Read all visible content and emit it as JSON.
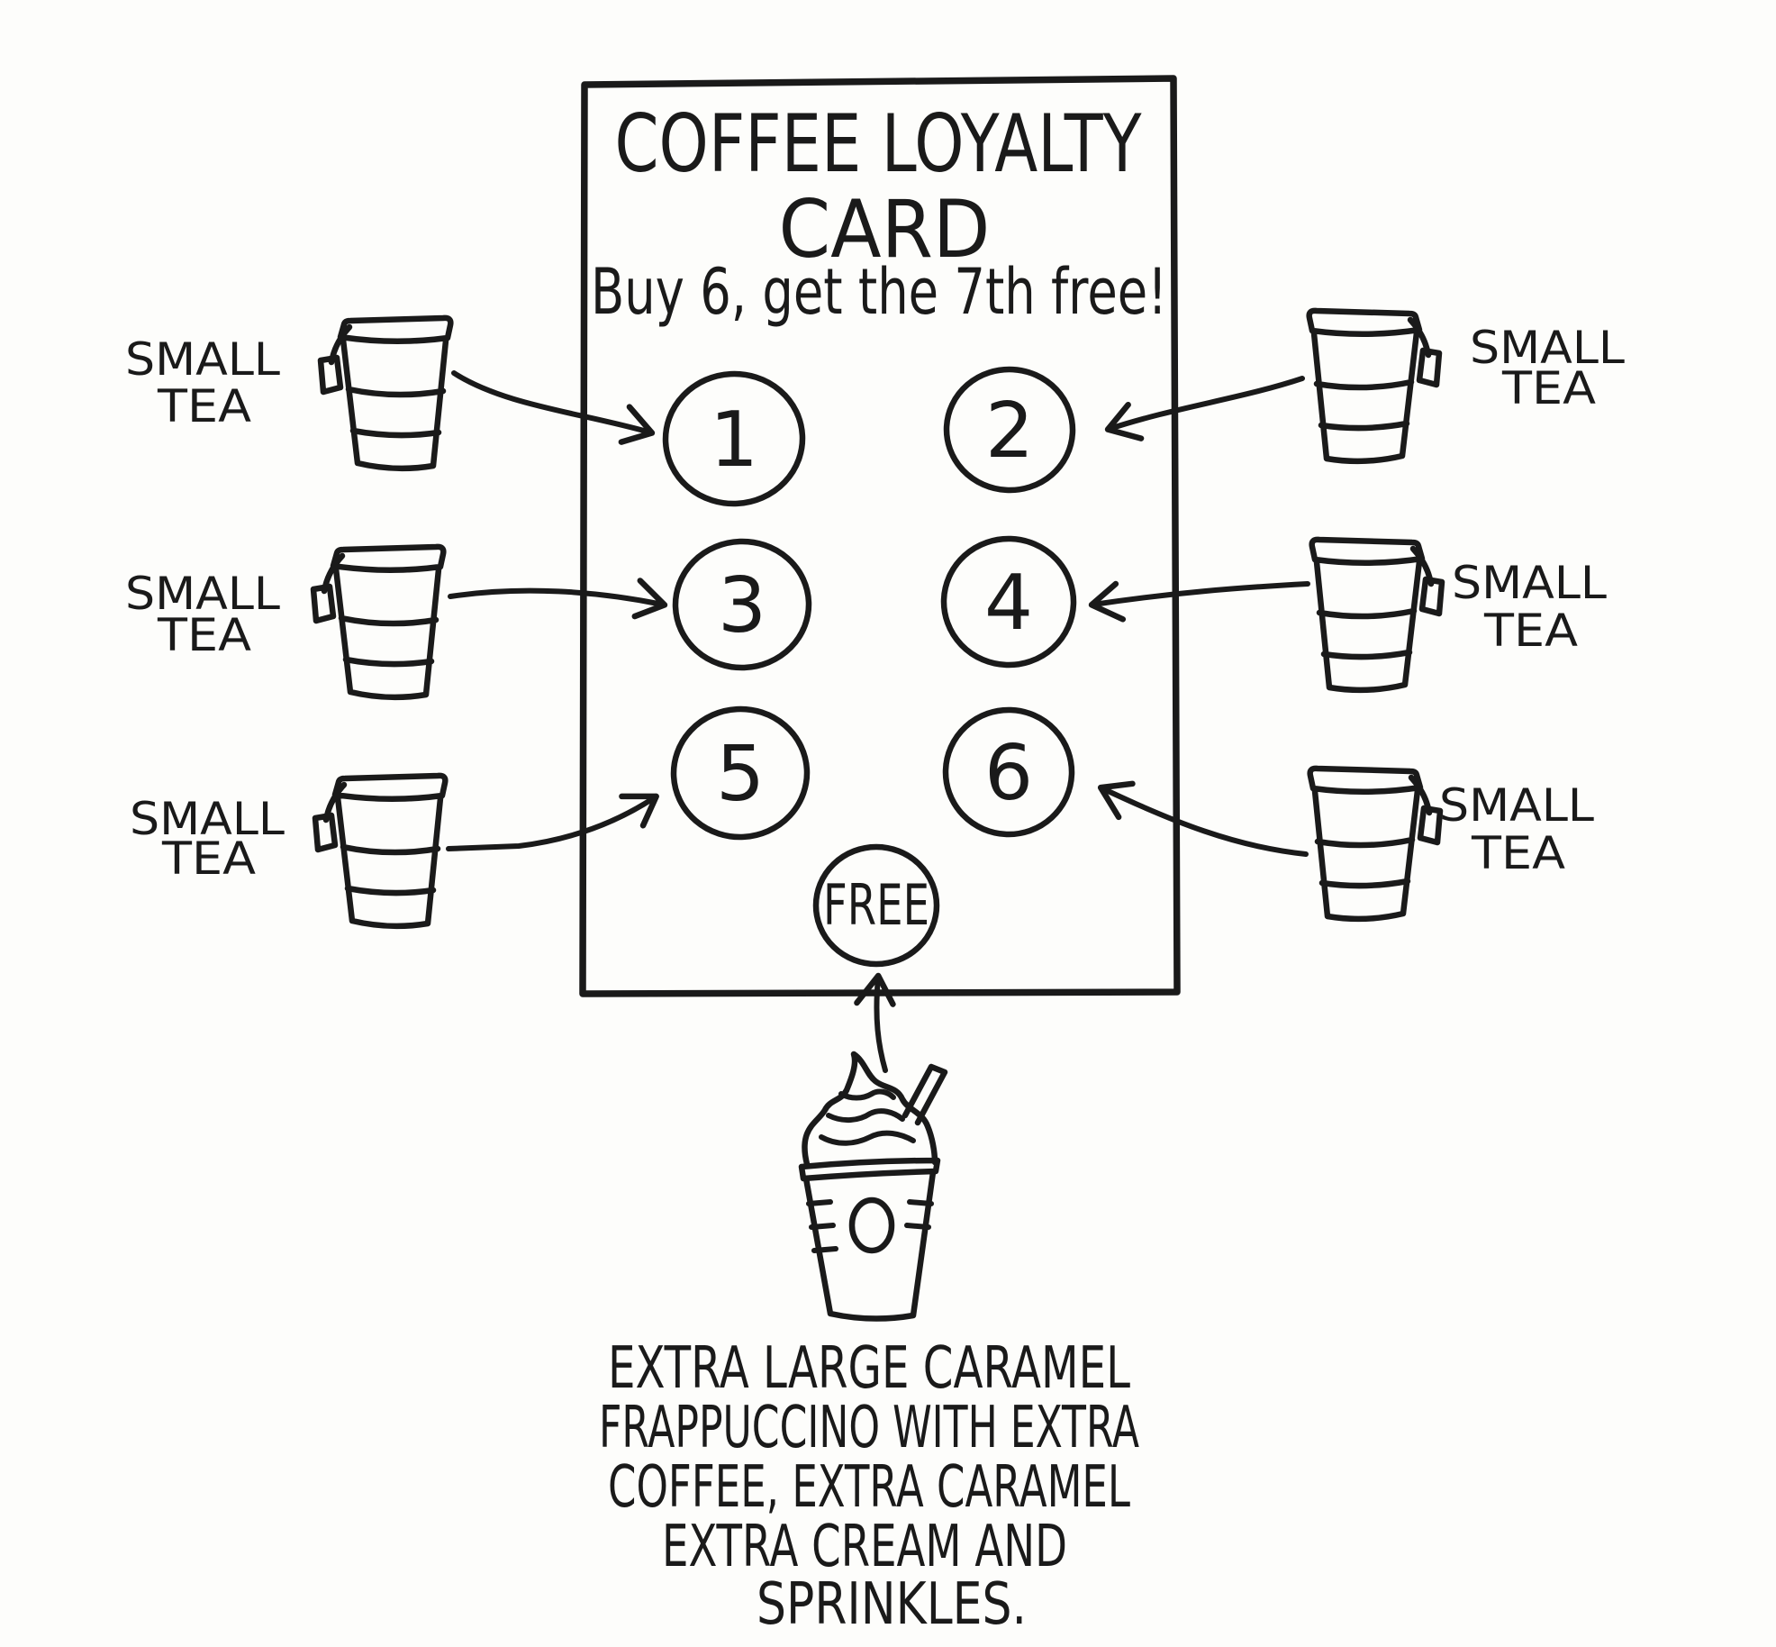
{
  "colors": {
    "ink": "#1a1a1a",
    "paper": "#fdfdfb"
  },
  "card": {
    "title_line1": "COFFEE LOYALTY",
    "title_line2": "CARD",
    "subtitle": "Buy 6, get the 7th free!",
    "stamps": [
      "1",
      "2",
      "3",
      "4",
      "5",
      "6"
    ],
    "free_label": "FREE"
  },
  "tea_labels": {
    "left": [
      {
        "line1": "SMALL",
        "line2": "TEA"
      },
      {
        "line1": "SMALL",
        "line2": "TEA"
      },
      {
        "line1": "SMALL",
        "line2": "TEA"
      }
    ],
    "right": [
      {
        "line1": "SMALL",
        "line2": "TEA"
      },
      {
        "line1": "SMALL",
        "line2": "TEA"
      },
      {
        "line1": "SMALL",
        "line2": "TEA"
      }
    ]
  },
  "caption": {
    "lines": [
      "EXTRA LARGE CARAMEL",
      "FRAPPUCCINO WITH EXTRA",
      "COFFEE, EXTRA CARAMEL",
      "EXTRA CREAM AND",
      "SPRINKLES."
    ]
  }
}
